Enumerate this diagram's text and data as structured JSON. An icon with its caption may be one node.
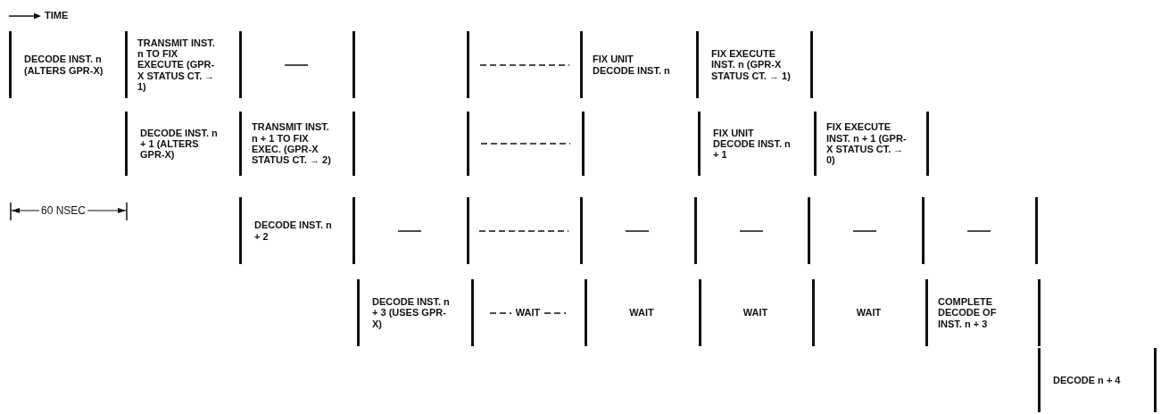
{
  "diagram": {
    "nodes": [
      {
        "text": [
          "DECODE INST. n (ALTERS GPR-X)"
        ]
      },
      {
        "text": [
          "TRANSMIT INST. n TO FIX EXECUTE (GPR-X STATUS CT. → 1)"
        ]
      },
      {
        "text": [],
        "shape": "dash"
      },
      {
        "text": [],
        "shape": "dashes"
      },
      {
        "text": [
          "FIX UNIT DECODE INST. n"
        ]
      },
      {
        "text": [
          "FIX EXECUTE INST. n (GPR-X STATUS CT. → 1)"
        ]
      },
      {
        "text": [
          "DECODE INST. n + 1 (ALTERS GPR-X)"
        ]
      },
      {
        "text": [
          "TRANSMIT INST. n + 1 TO FIX EXEC. (GPR-X STATUS CT. → 2)"
        ]
      },
      {
        "text": [],
        "shape": "dashes"
      },
      {
        "text": [
          "FIX UNIT DECODE INST. n + 1"
        ]
      },
      {
        "text": [
          "FIX EXECUTE INST. n + 1 (GPR-X STATUS CT. → 0)"
        ]
      },
      {
        "text": [
          "DECODE INST. n + 2"
        ]
      },
      {
        "text": [],
        "shape": "dash"
      },
      {
        "text": [],
        "shape": "dashes"
      },
      {
        "text": [],
        "shape": "dash"
      },
      {
        "text": [],
        "shape": "dash"
      },
      {
        "text": [],
        "shape": "dash"
      },
      {
        "text": [],
        "shape": "dash"
      },
      {
        "text": [
          "DECODE INST. n + 3 (USES GPR-X)"
        ]
      },
      {
        "text": [
          "WAIT"
        ]
      },
      {
        "text": [
          "WAIT"
        ]
      },
      {
        "text": [
          "WAIT"
        ]
      },
      {
        "text": [
          "WAIT"
        ]
      },
      {
        "text": [
          "COMPLETE DECODE OF INST. n + 3"
        ]
      },
      {
        "text": [
          "DECODE n + 4"
        ]
      }
    ],
    "edges": [],
    "labels": [
      "TIME",
      "60 NSEC"
    ]
  }
}
